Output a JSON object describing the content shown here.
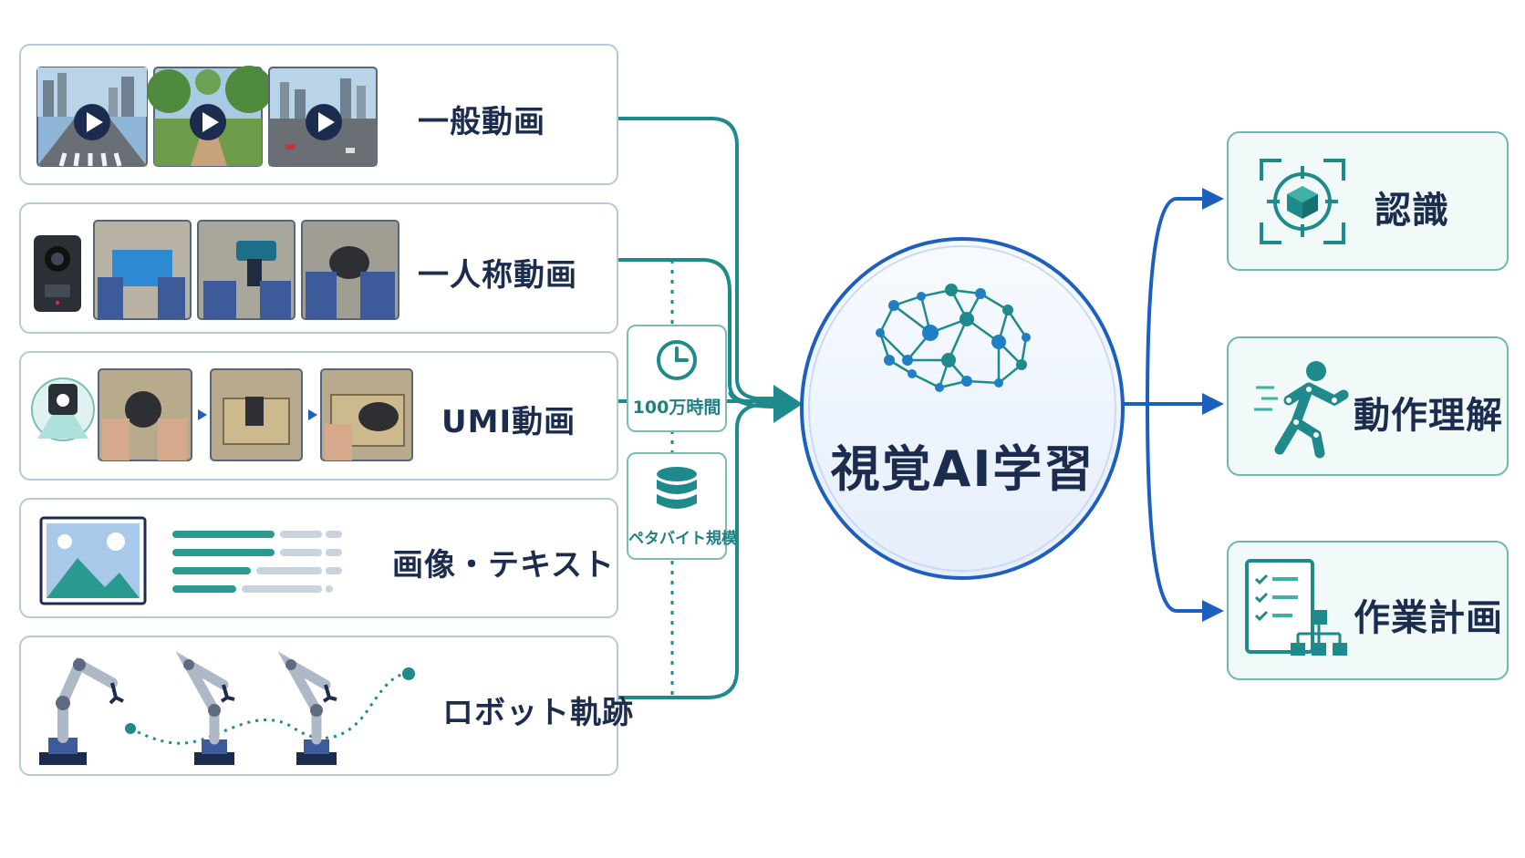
{
  "sources": [
    {
      "id": "general",
      "label": "一般動画"
    },
    {
      "id": "egocentric",
      "label": "一人称動画"
    },
    {
      "id": "umi",
      "label": "UMI動画"
    },
    {
      "id": "image_text",
      "label": "画像・テキスト"
    },
    {
      "id": "robot",
      "label": "ロボット軌跡"
    }
  ],
  "stats": [
    {
      "icon": "clock-icon",
      "label": "100万時間"
    },
    {
      "icon": "database-icon",
      "label": "ペタバイト規模"
    }
  ],
  "center": {
    "title": "視覚AI学習",
    "icon": "brain-network-icon"
  },
  "outputs": [
    {
      "id": "recognition",
      "label": "認識",
      "icon": "target-cube-icon"
    },
    {
      "id": "motion",
      "label": "動作理解",
      "icon": "running-figure-icon"
    },
    {
      "id": "planning",
      "label": "作業計画",
      "icon": "checklist-flowchart-icon"
    }
  ],
  "colors": {
    "teal": "#1f8a8c",
    "blue": "#1d5fbf",
    "navy": "#1b2c4e",
    "border": "#b5c8dd"
  }
}
